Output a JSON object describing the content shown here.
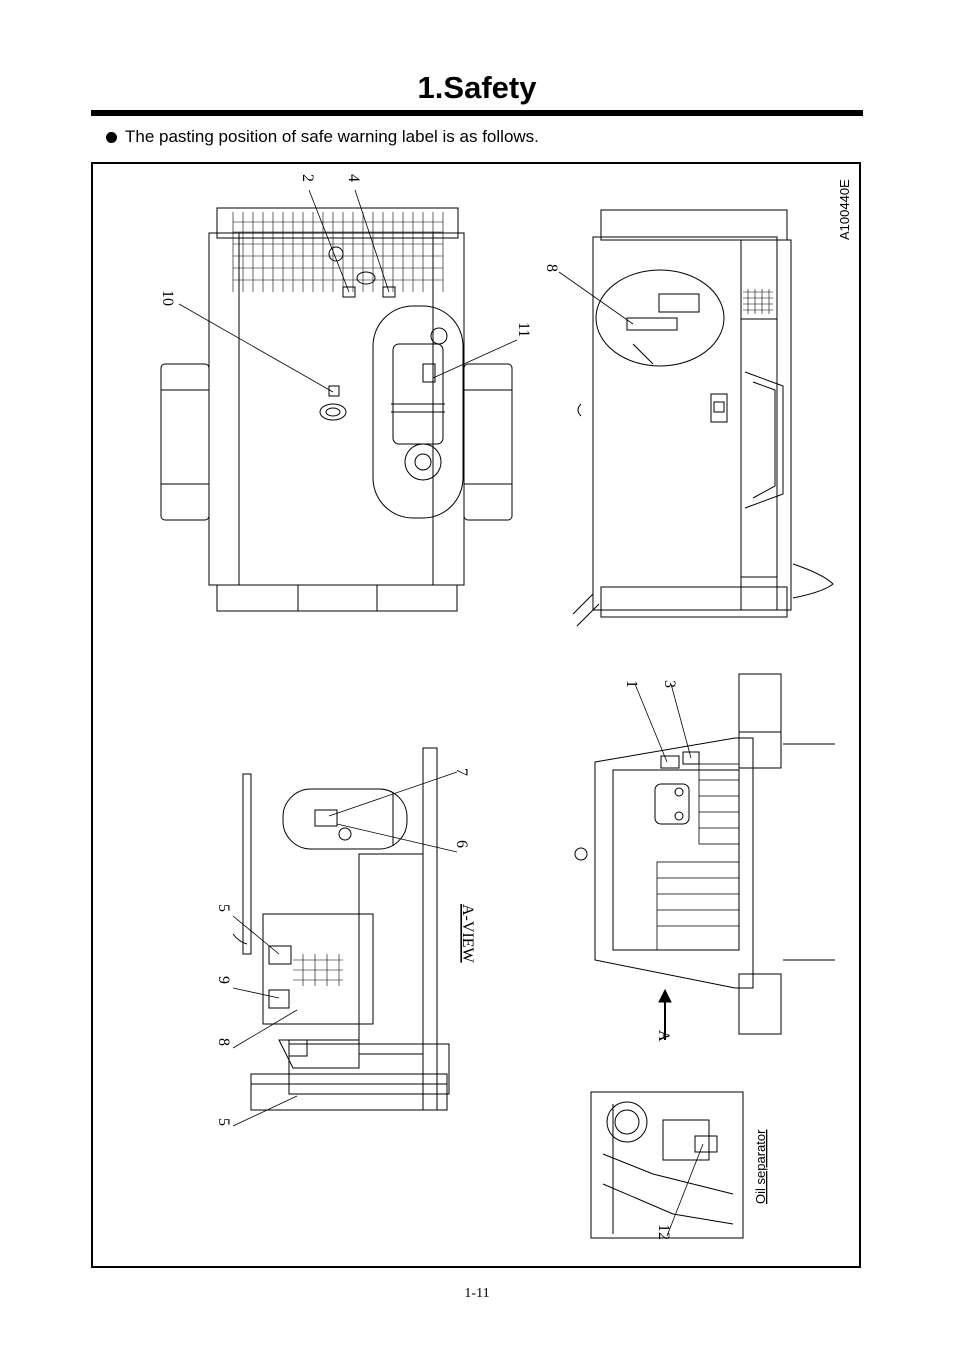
{
  "heading": "1.Safety",
  "intro": "The pasting position of safe warning label is as follows.",
  "figure": {
    "drawing_no": "A100440E",
    "callouts": [
      "1",
      "2",
      "3",
      "4",
      "5",
      "5",
      "6",
      "7",
      "8",
      "8",
      "9",
      "10",
      "11",
      "12"
    ],
    "view_label": "A-VIEW",
    "arrow_label": "A",
    "detail_label": "Oil separator"
  },
  "page_number": "1-11"
}
